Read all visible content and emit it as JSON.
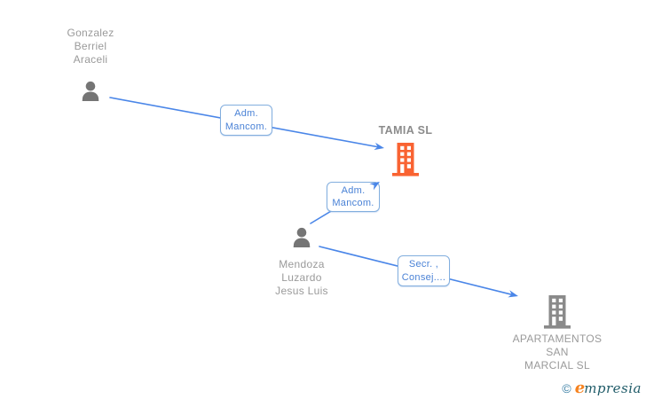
{
  "nodes": {
    "person1": {
      "type": "person",
      "label_lines": [
        "Gonzalez",
        "Berriel",
        "Araceli"
      ]
    },
    "company1": {
      "type": "company",
      "label": "TAMIA SL",
      "highlighted": true
    },
    "person2": {
      "type": "person",
      "label_lines": [
        "Mendoza",
        "Luzardo",
        "Jesus Luis"
      ]
    },
    "company2": {
      "type": "company",
      "label_lines": [
        "APARTAMENTOS",
        "SAN",
        "MARCIAL SL"
      ]
    }
  },
  "edges": {
    "edge1": {
      "from": "Gonzalez Berriel Araceli",
      "to": "TAMIA SL",
      "label_lines": [
        "Adm.",
        "Mancom."
      ]
    },
    "edge2": {
      "from": "Mendoza Luzardo Jesus Luis",
      "to": "TAMIA SL",
      "label_lines": [
        "Adm.",
        "Mancom."
      ]
    },
    "edge3": {
      "from": "Mendoza Luzardo Jesus Luis",
      "to": "APARTAMENTOS SAN MARCIAL SL",
      "label_lines": [
        "Secr. ,",
        "Consej...."
      ]
    }
  },
  "colors": {
    "edge_blue": "#4a86e8",
    "chip_border_blue": "#82aede",
    "chip_text_blue": "#4a82d6",
    "company_highlight_orange": "#f96332",
    "company_gray": "#8a8a8a",
    "person_gray": "#757575",
    "name_text_gray": "#9a9a9a"
  },
  "watermark": {
    "copyright_symbol": "©",
    "brand_initial": "e",
    "brand_rest": "mpresia"
  }
}
